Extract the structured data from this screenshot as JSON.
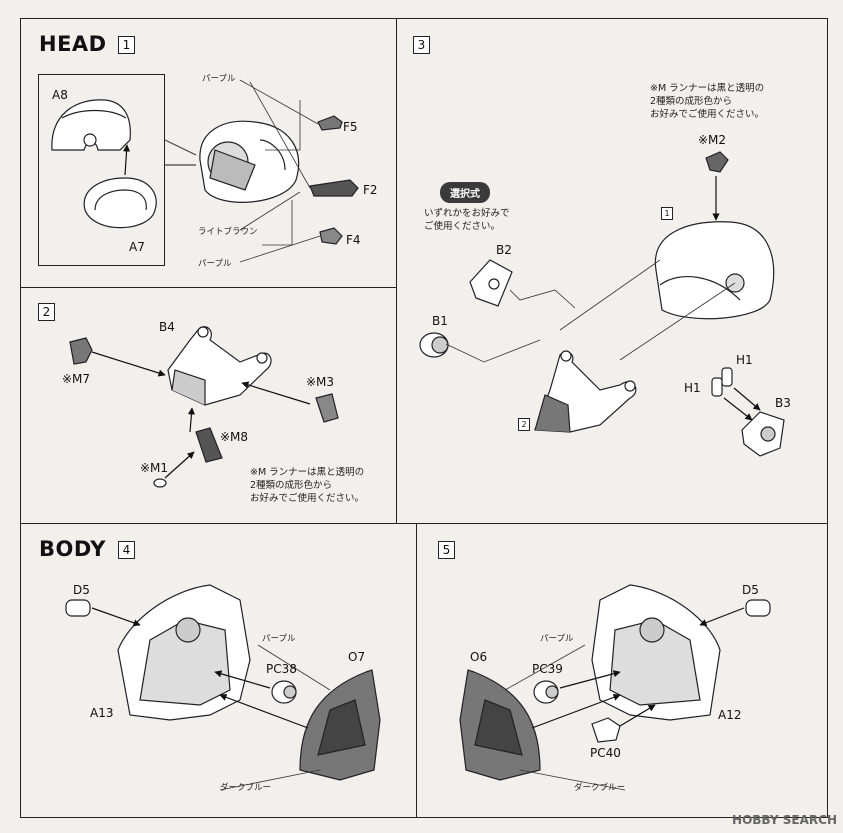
{
  "sections": {
    "head": {
      "title": "HEAD",
      "step": "1"
    },
    "body": {
      "title": "BODY",
      "step": "4"
    }
  },
  "steps": {
    "s2": "2",
    "s3": "3",
    "s5": "5",
    "s3_ref1": "1",
    "s3_ref2": "2"
  },
  "step1": {
    "parts": {
      "a8": "A8",
      "a7": "A7",
      "f5": "F5",
      "f2": "F2",
      "f4": "F4"
    },
    "colors": {
      "purple_top": "パープル",
      "light_brown": "ライトブラウン",
      "purple_bottom": "パープル"
    }
  },
  "step2": {
    "parts": {
      "b4": "B4",
      "m7": "※M7",
      "m3": "※M3",
      "m8": "※M8",
      "m1": "※M1"
    },
    "note": "※M ランナーは黒と透明の\n2種類の成形色から\nお好みでご使用ください。"
  },
  "step3": {
    "parts": {
      "m2": "※M2",
      "b2": "B2",
      "b1": "B1",
      "h1a": "H1",
      "h1b": "H1",
      "b3": "B3"
    },
    "note": "※M ランナーは黒と透明の\n2種類の成形色から\nお好みでご使用ください。",
    "choice_badge": "選択式",
    "choice_text": "いずれかをお好みで\nご使用ください。"
  },
  "step4": {
    "parts": {
      "d5": "D5",
      "pc38": "PC38",
      "o7": "O7",
      "a13": "A13"
    },
    "colors": {
      "purple": "パープル",
      "dark_blue": "ダークブルー"
    }
  },
  "step5": {
    "parts": {
      "d5": "D5",
      "o6": "O6",
      "pc39": "PC39",
      "a12": "A12",
      "pc40": "PC40"
    },
    "colors": {
      "purple": "パープル",
      "dark_blue": "ダークブルー"
    }
  },
  "watermark": "HOBBY SEARCH",
  "colors": {
    "paper": "#f1f0ec",
    "line": "#222222",
    "part_fill": "#ffffff",
    "dark_part": "#4a4a4a",
    "mid_part": "#9a9a9a"
  }
}
